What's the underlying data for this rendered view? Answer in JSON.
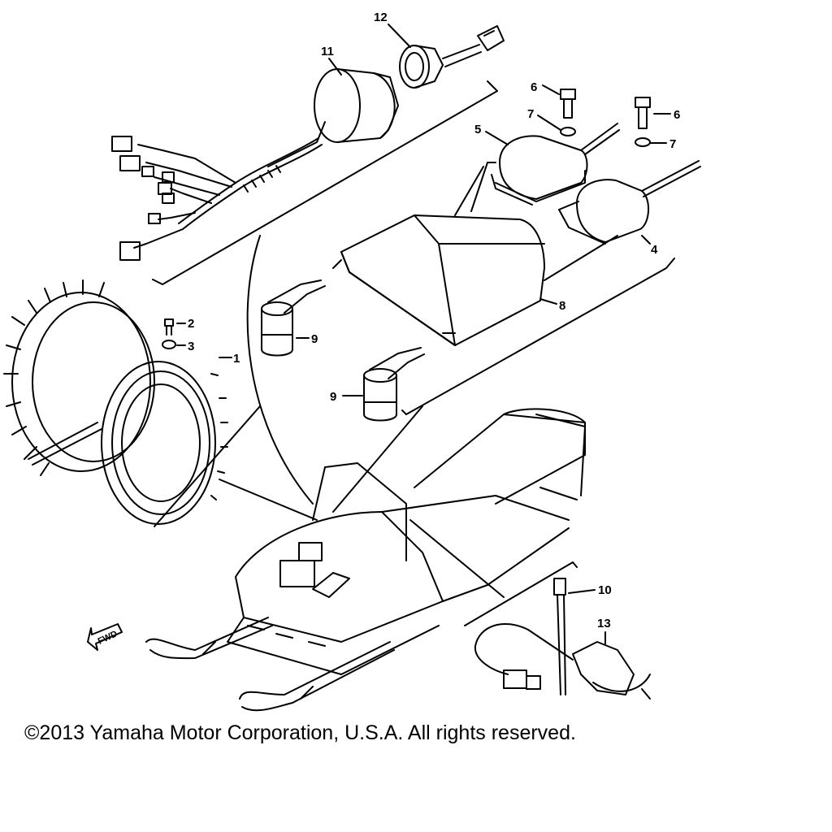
{
  "callouts": {
    "c1": "1",
    "c2": "2",
    "c3": "3",
    "c4": "4",
    "c5": "5",
    "c6a": "6",
    "c6b": "6",
    "c7a": "7",
    "c7b": "7",
    "c8": "8",
    "c9a": "9",
    "c9b": "9",
    "c10": "10",
    "c11": "11",
    "c12": "12",
    "c13": "13"
  },
  "fwd_arrow_label": "FWD",
  "copyright": "©2013 Yamaha Motor Corporation, U.S.A. All rights reserved.",
  "colors": {
    "ink": "#000000",
    "background": "#ffffff"
  }
}
